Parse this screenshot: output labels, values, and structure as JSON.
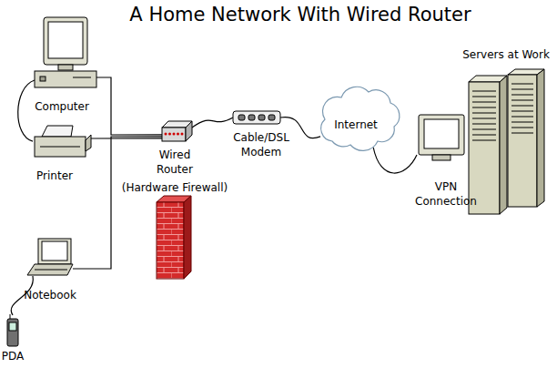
{
  "diagram": {
    "title": "A Home Network With Wired Router",
    "nodes": [
      {
        "text": [
          "Computer"
        ]
      },
      {
        "text": [
          "Printer"
        ]
      },
      {
        "text": [
          "Wired Router",
          "(Hardware Firewall)"
        ]
      },
      {
        "text": [
          "Cable/DSL Modem"
        ]
      },
      {
        "text": [
          "Internet"
        ]
      },
      {
        "text": [
          "Servers at Work"
        ]
      },
      {
        "text": [
          "Notebook"
        ]
      },
      {
        "text": [
          "PDA"
        ]
      }
    ],
    "edges": [
      {
        "from": 0,
        "to": 2,
        "arrow": "none"
      },
      {
        "from": 1,
        "to": 2,
        "arrow": "none"
      },
      {
        "from": 0,
        "to": 1,
        "arrow": "none"
      },
      {
        "from": 6,
        "to": 2,
        "arrow": "none"
      },
      {
        "from": 7,
        "to": 6,
        "arrow": "none"
      },
      {
        "from": 2,
        "to": 3,
        "arrow": "none"
      },
      {
        "from": 3,
        "to": 4,
        "arrow": "none"
      },
      {
        "from": 4,
        "to": 5,
        "label": "VPN Connection",
        "arrow": "none"
      }
    ]
  }
}
